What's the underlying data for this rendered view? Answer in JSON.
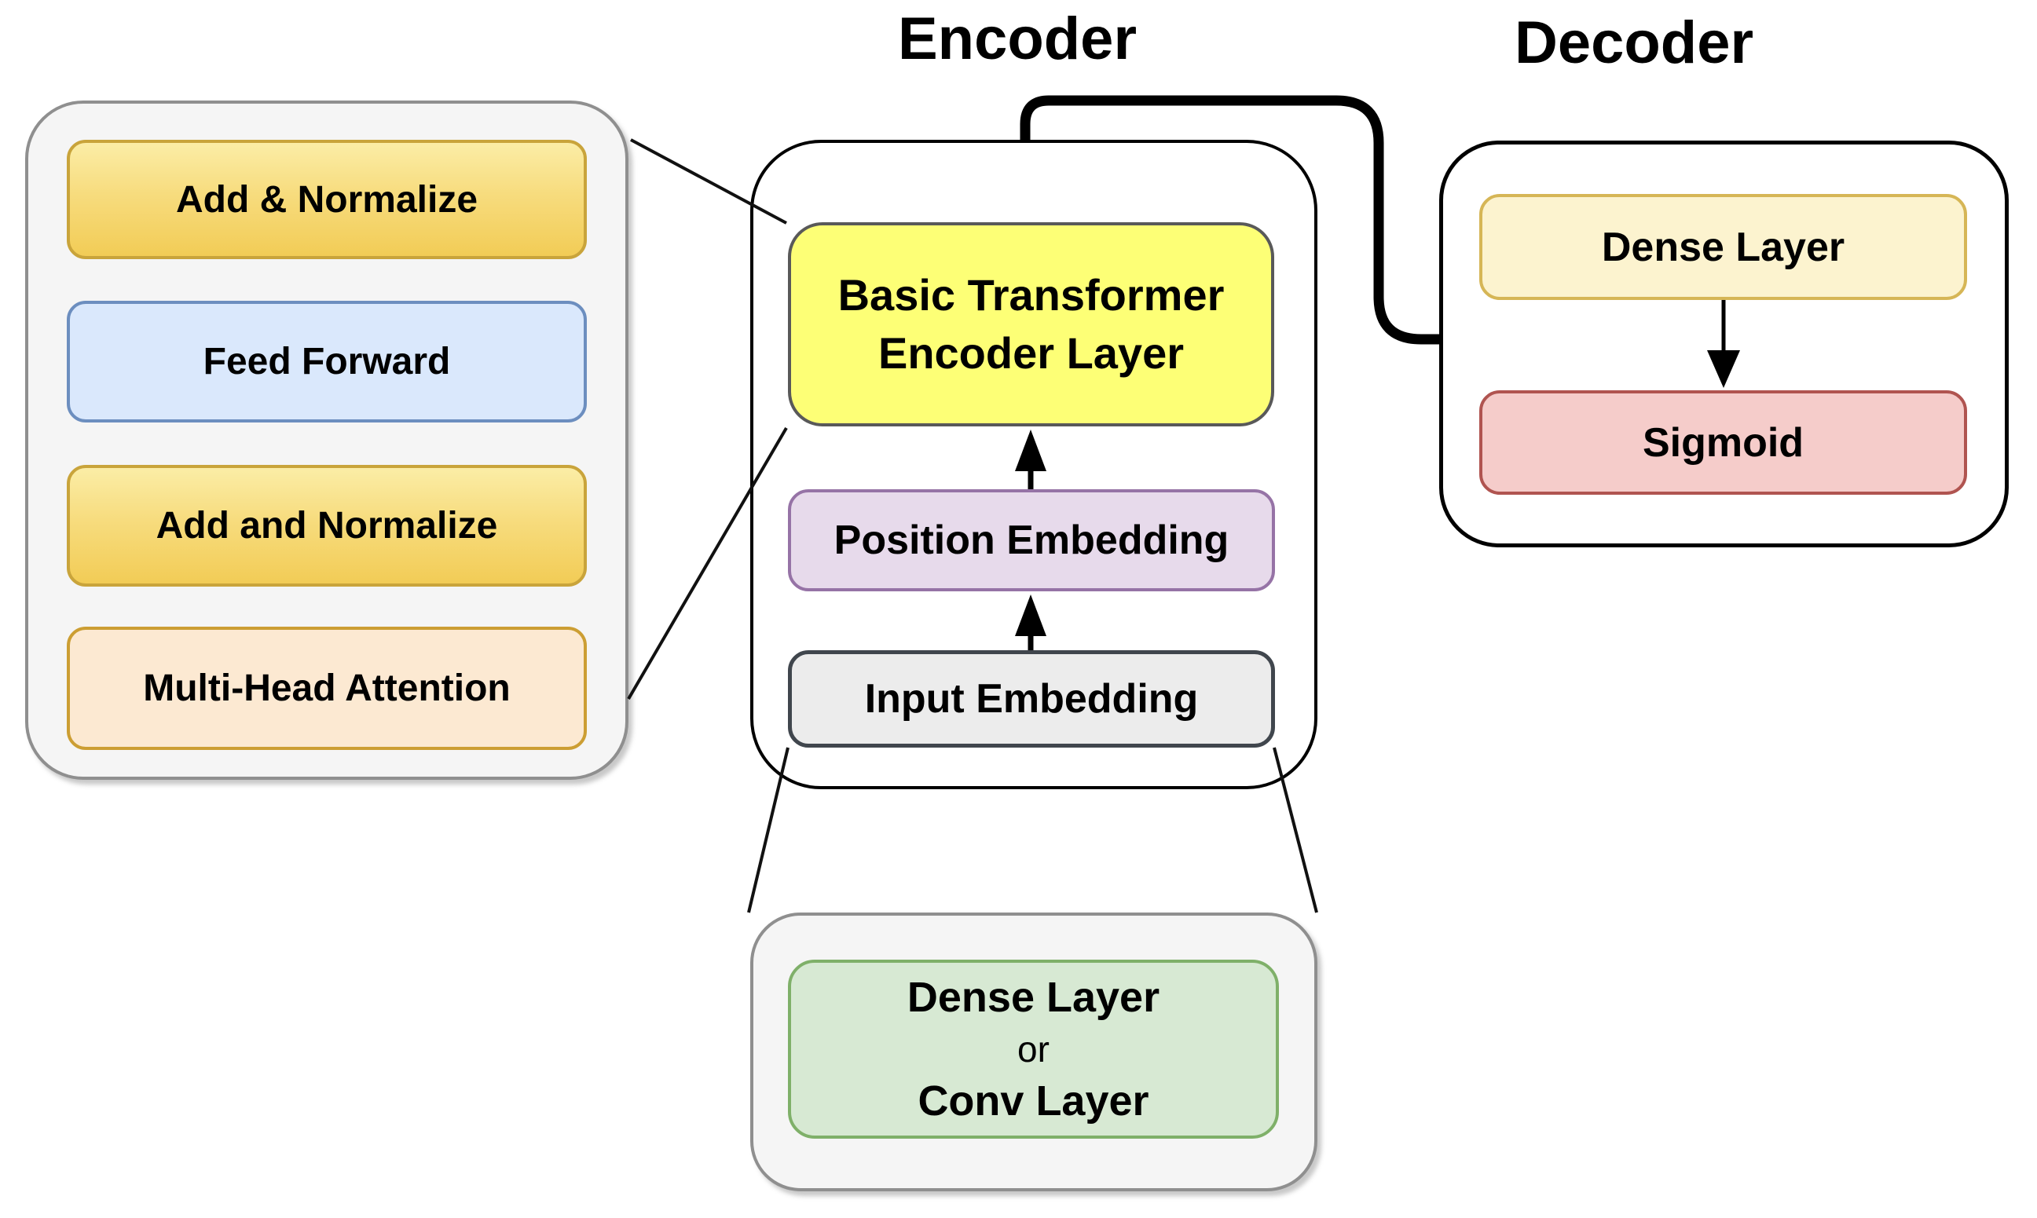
{
  "diagram": {
    "titles": {
      "encoder": "Encoder",
      "decoder": "Decoder"
    },
    "detail_panel": {
      "boxes": [
        {
          "label": "Add & Normalize"
        },
        {
          "label": "Feed Forward"
        },
        {
          "label": "Add and Normalize"
        },
        {
          "label": "Multi-Head Attention"
        }
      ]
    },
    "encoder": {
      "transformer_layer": {
        "line1": "Basic Transformer",
        "line2": "Encoder Layer"
      },
      "position_embedding": "Position Embedding",
      "input_embedding": "Input Embedding"
    },
    "decoder": {
      "dense_layer": "Dense Layer",
      "sigmoid": "Sigmoid"
    },
    "input_panel": {
      "line1": "Dense Layer",
      "line2": "or",
      "line3": "Conv Layer"
    },
    "colors": {
      "panel_fill": "#F5F5F5",
      "panel_border": "#8F8F8F",
      "gold_gradient_top": "#FBEDA6",
      "gold_gradient_bottom": "#F2CC56",
      "gold_border": "#C9A43B",
      "blue_fill": "#DAE8FC",
      "blue_border": "#6C8EBF",
      "peach_fill": "#FCE9D2",
      "peach_border": "#CC9E33",
      "encoder_layer_fill": "#FDFF76",
      "encoder_layer_border": "#595959",
      "purple_fill": "#E7DAEB",
      "purple_border": "#9673A6",
      "gray_fill": "#ECECEC",
      "gray_border": "#40464D",
      "dense_fill": "#FCF3CF",
      "dense_border": "#D6B656",
      "sigmoid_fill": "#F5CCCA",
      "sigmoid_border": "#B05450",
      "green_fill": "#D7E9D3",
      "green_border": "#7FB069",
      "container_border": "#000000",
      "connector": "#000000"
    }
  }
}
